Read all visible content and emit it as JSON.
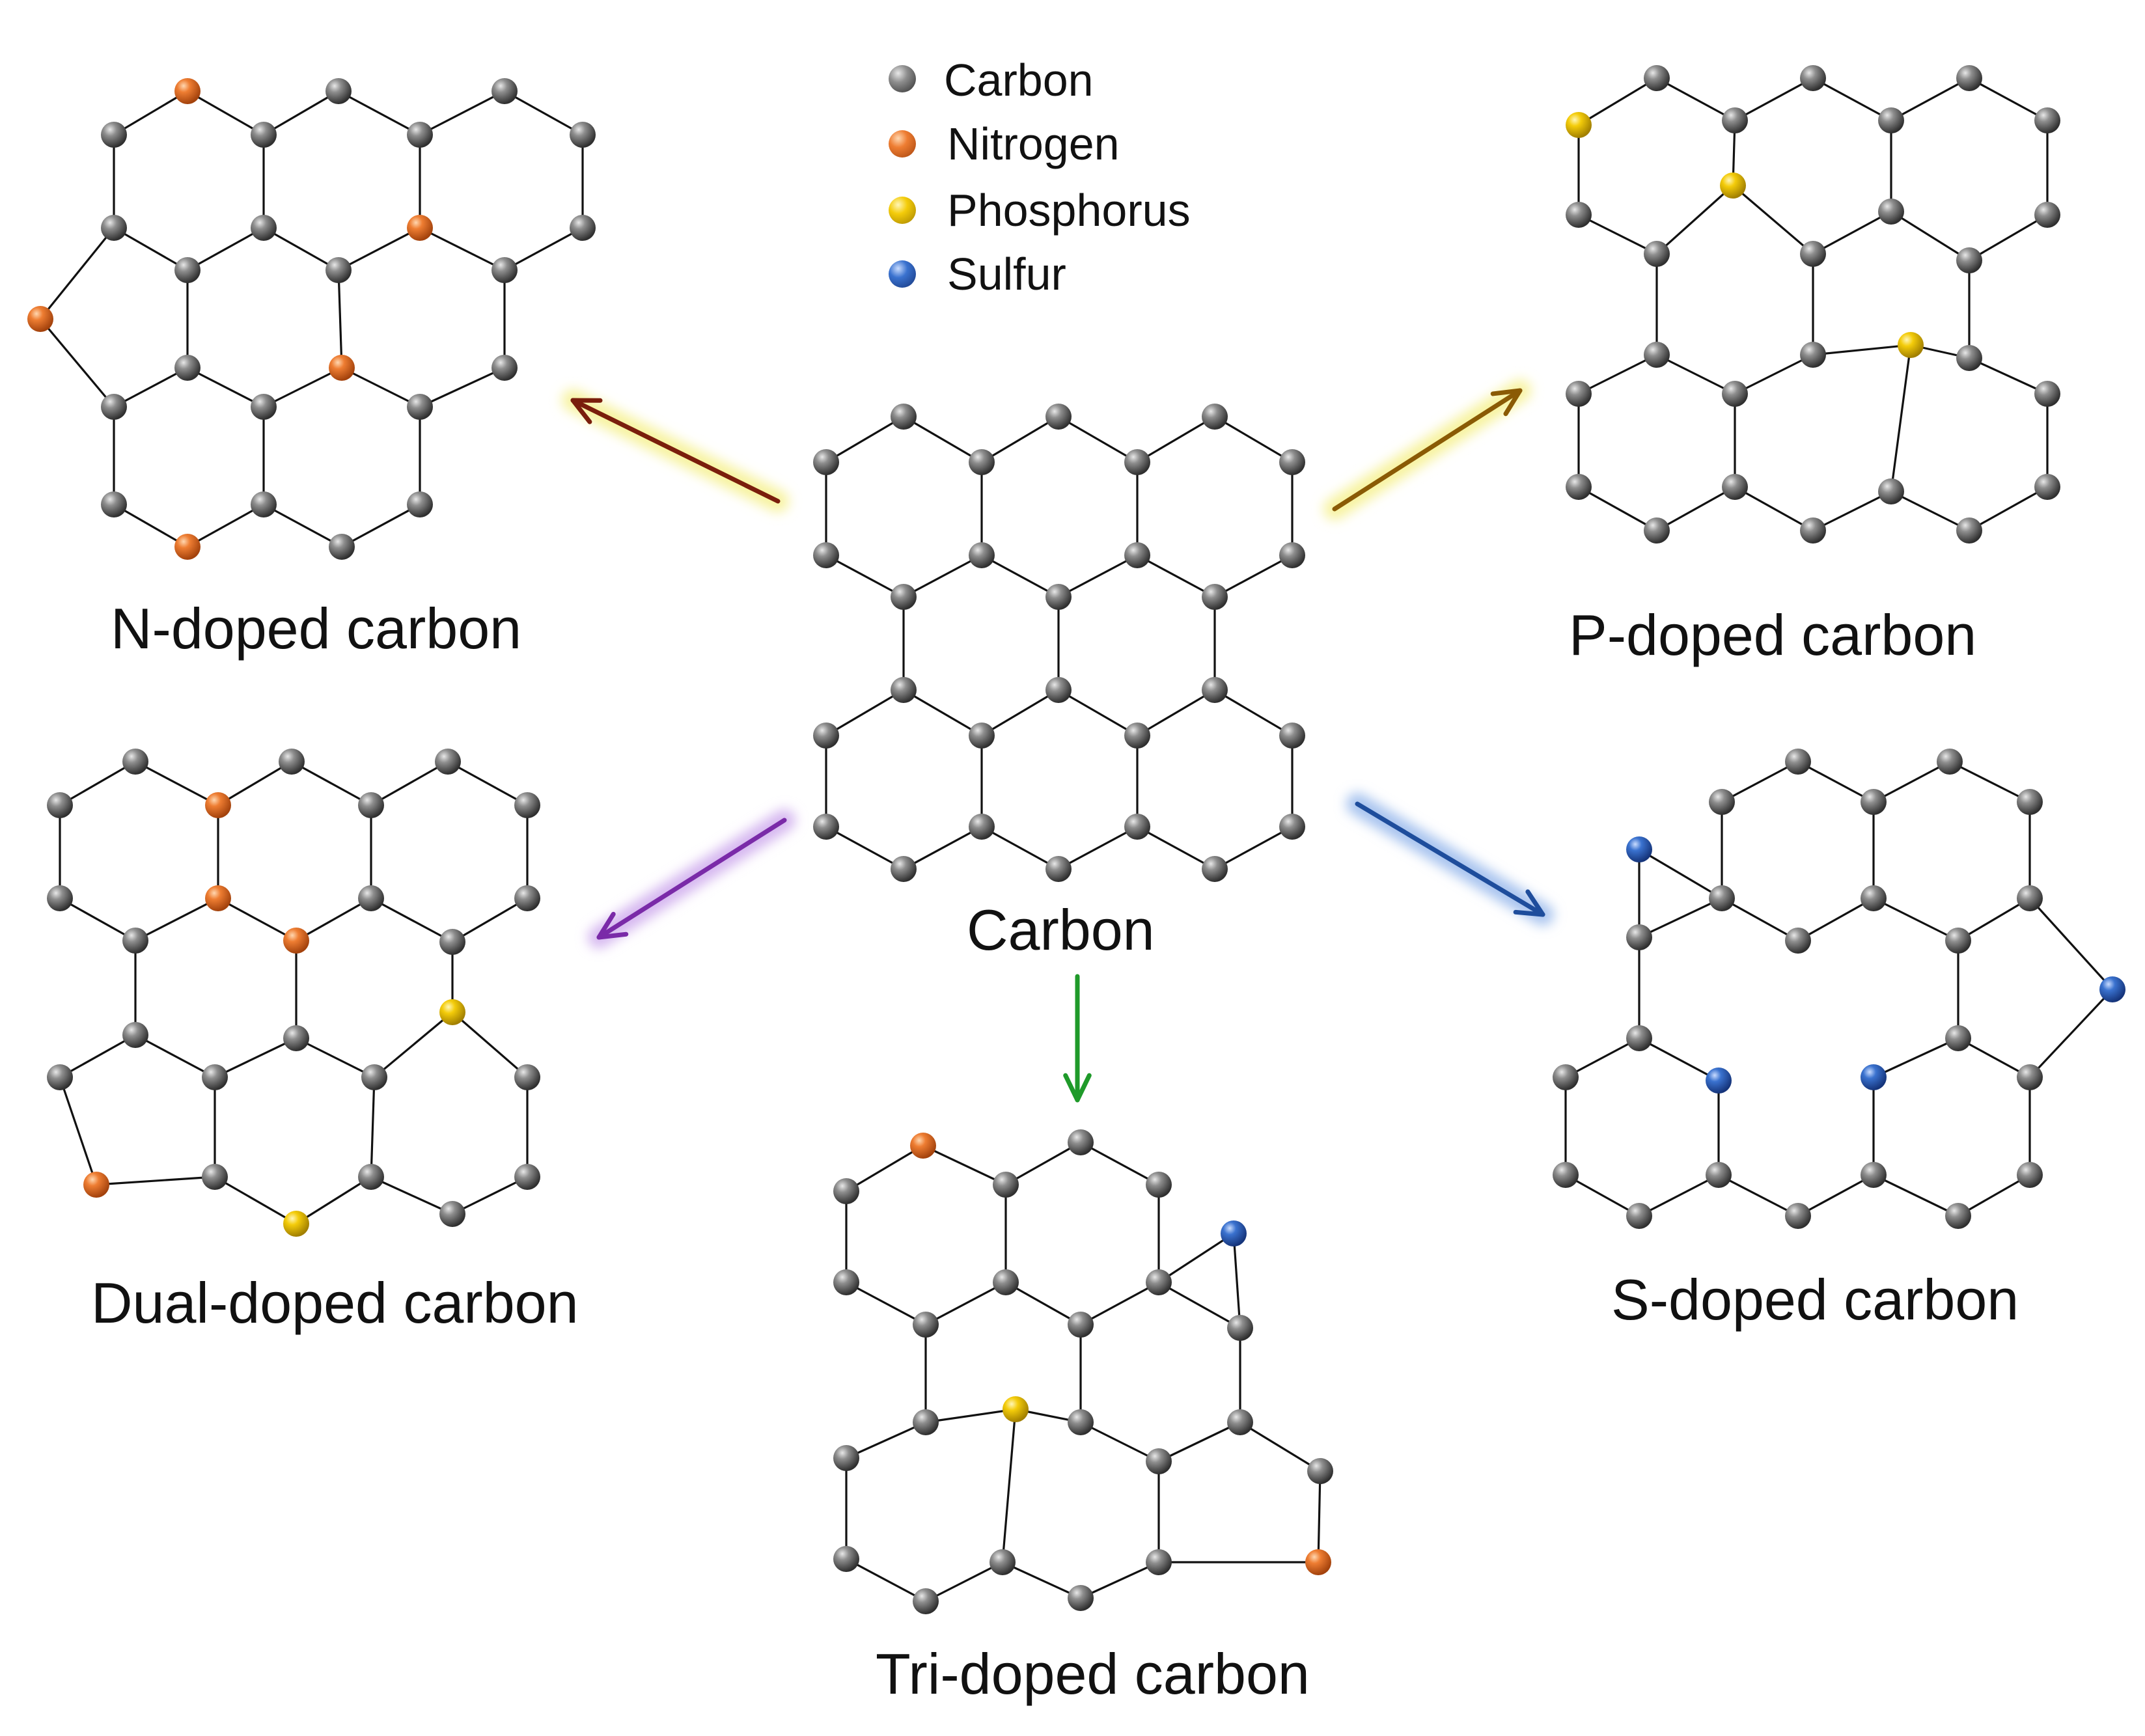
{
  "legend": {
    "items": [
      {
        "key": "carbon",
        "label": "Carbon",
        "color": "#6b6b6b"
      },
      {
        "key": "nitrogen",
        "label": "Nitrogen",
        "color": "#e8742a"
      },
      {
        "key": "phosphorus",
        "label": "Phosphorus",
        "color": "#f2c800"
      },
      {
        "key": "sulfur",
        "label": "Sulfur",
        "color": "#2f66c4"
      }
    ]
  },
  "panels": {
    "center": {
      "title": "Carbon"
    },
    "n_doped": {
      "title": "N-doped carbon"
    },
    "p_doped": {
      "title": "P-doped carbon"
    },
    "dual_doped": {
      "title": "Dual-doped carbon"
    },
    "s_doped": {
      "title": "S-doped carbon"
    },
    "tri_doped": {
      "title": "Tri-doped carbon"
    }
  },
  "arrows": {
    "to_n_doped": {
      "color": "#7a1e0c",
      "glow": "#f7f3a0"
    },
    "to_p_doped": {
      "color": "#8a5a05",
      "glow": "#f7f3a0"
    },
    "to_dual_doped": {
      "color": "#7a2aa8",
      "glow": "#d6b8f0"
    },
    "to_s_doped": {
      "color": "#1e4d9c",
      "glow": "#a9c4ef"
    },
    "to_tri_doped": {
      "color": "#1f9a2a",
      "glow": "#b8eeb8"
    }
  }
}
